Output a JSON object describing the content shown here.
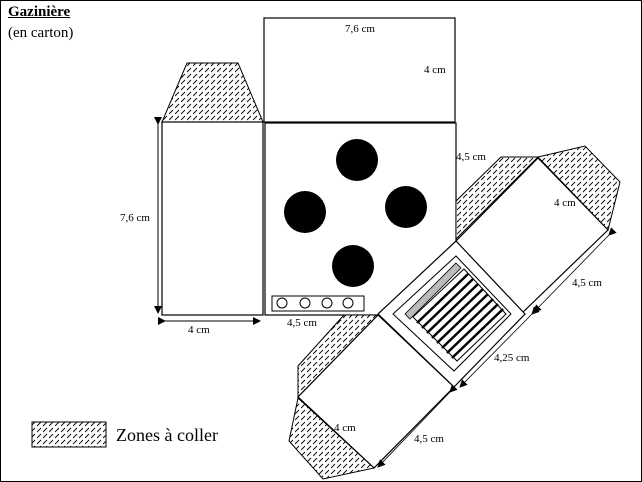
{
  "header": {
    "title": "Gazinière",
    "subtitle": "(en carton)"
  },
  "labels": {
    "top_panel_width": "7,6 cm",
    "top_panel_height": "4 cm",
    "side_panel_height": "7,6 cm",
    "side_panel_width": "4 cm",
    "stovetop_bottom_width": "4,5 cm",
    "stovetop_right_height": "4,5 cm",
    "upper_flap_width": "4 cm",
    "diagonal_right_length": "4,5 cm",
    "oven_door_width": "4,25 cm",
    "lower_flap_width": "4 cm",
    "diagonal_bottom_length": "4,5 cm"
  },
  "stovetop": {
    "burner_count": 4,
    "knob_count": 4
  },
  "legend": {
    "label": "Zones à coller"
  },
  "colors": {
    "line": "#000000",
    "background": "#ffffff",
    "burner": "#000000"
  }
}
